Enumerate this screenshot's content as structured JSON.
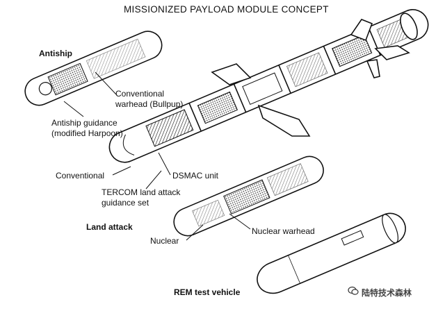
{
  "title": "MISSIONIZED PAYLOAD MODULE CONCEPT",
  "sections": {
    "antiship": "Antiship",
    "land_attack": "Land attack",
    "rem_test": "REM test vehicle"
  },
  "labels": {
    "conventional_warhead_line1": "Conventional",
    "conventional_warhead_line2": "warhead (Bullpup)",
    "antiship_guidance_line1": "Antiship guidance",
    "antiship_guidance_line2": "(modified Harpoon)",
    "conventional": "Conventional",
    "dsmac_unit": "DSMAC unit",
    "tercom_line1": "TERCOM land attack",
    "tercom_line2": "guidance set",
    "nuclear_warhead": "Nuclear warhead",
    "nuclear": "Nuclear"
  },
  "watermark": "陆特技术森林",
  "icons": {
    "watermark_logo": "wechat-logo-icon"
  }
}
